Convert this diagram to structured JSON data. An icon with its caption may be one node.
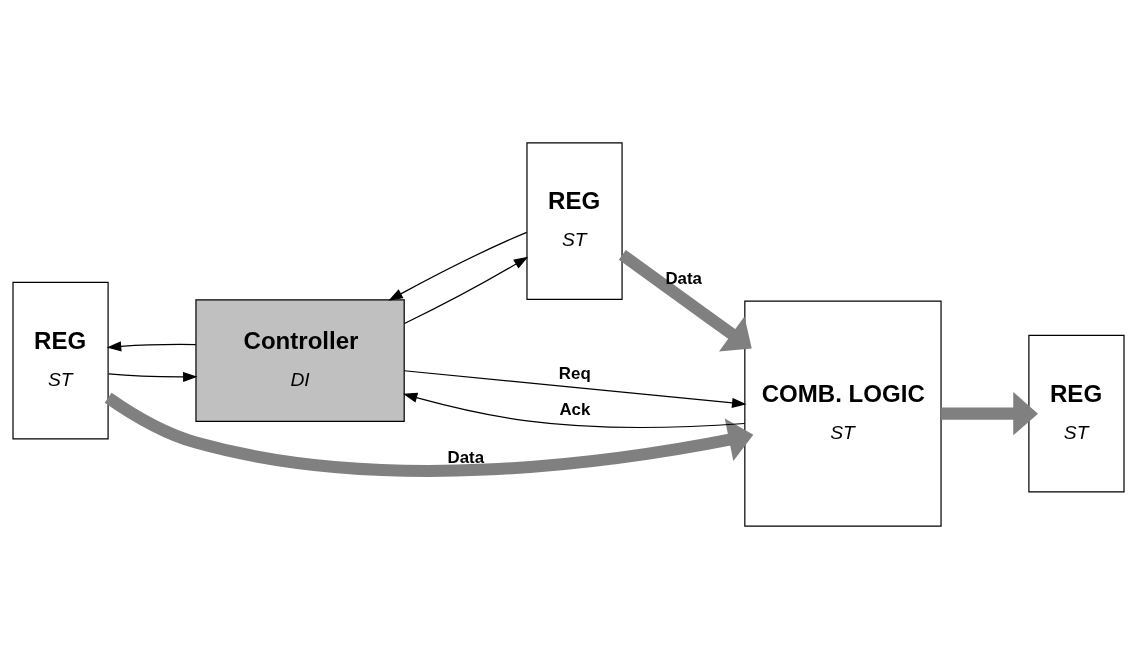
{
  "diagram": {
    "nodes": [
      {
        "text": [
          "REG",
          "ST"
        ]
      },
      {
        "text": [
          "Controller",
          "DI"
        ]
      },
      {
        "text": [
          "REG",
          "ST"
        ]
      },
      {
        "text": [
          "COMB. LOGIC",
          "ST"
        ]
      },
      {
        "text": [
          "REG",
          "ST"
        ]
      }
    ],
    "edges": [
      {
        "from": 1,
        "to": 0,
        "arrow": "to"
      },
      {
        "from": 0,
        "to": 1,
        "arrow": "to"
      },
      {
        "from": 2,
        "to": 1,
        "arrow": "to"
      },
      {
        "from": 1,
        "to": 2,
        "arrow": "to"
      },
      {
        "from": 0,
        "to": 3,
        "arrow": "to",
        "label": "Data",
        "style": "thick",
        "color": "#808080"
      },
      {
        "from": 1,
        "to": 3,
        "arrow": "to",
        "label": "Req"
      },
      {
        "from": 3,
        "to": 1,
        "arrow": "to",
        "label": "Ack"
      },
      {
        "from": 2,
        "to": 3,
        "arrow": "to",
        "label": "Data",
        "style": "thick",
        "color": "#808080"
      },
      {
        "from": 3,
        "to": 4,
        "arrow": "to",
        "style": "thick",
        "color": "#808080"
      }
    ]
  }
}
